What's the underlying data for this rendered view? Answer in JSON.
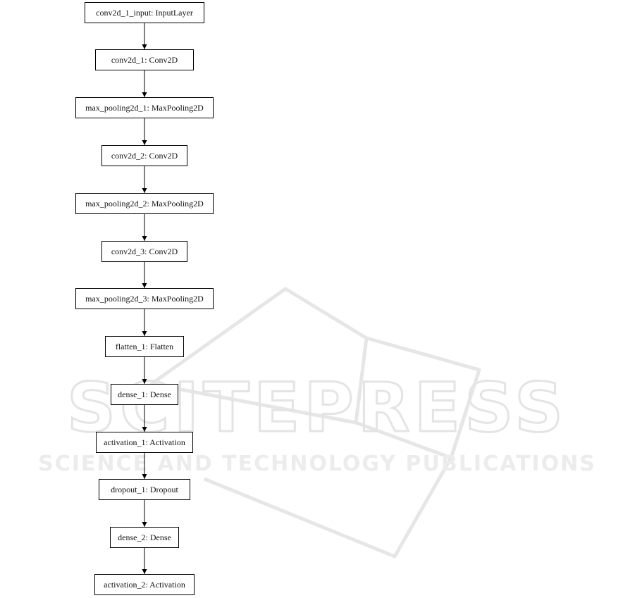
{
  "watermark": {
    "brand": "SCITEPRESS",
    "tagline": "SCIENCE AND TECHNOLOGY PUBLICATIONS",
    "color": "#e9e9e9"
  },
  "diagram": {
    "node_border_color": "#000000",
    "edge_color": "#000000",
    "nodes": [
      {
        "label": "conv2d_1_input: InputLayer"
      },
      {
        "label": "conv2d_1: Conv2D"
      },
      {
        "label": "max_pooling2d_1: MaxPooling2D"
      },
      {
        "label": "conv2d_2: Conv2D"
      },
      {
        "label": "max_pooling2d_2: MaxPooling2D"
      },
      {
        "label": "conv2d_3: Conv2D"
      },
      {
        "label": "max_pooling2d_3: MaxPooling2D"
      },
      {
        "label": "flatten_1: Flatten"
      },
      {
        "label": "dense_1: Dense"
      },
      {
        "label": "activation_1: Activation"
      },
      {
        "label": "dropout_1: Dropout"
      },
      {
        "label": "dense_2: Dense"
      },
      {
        "label": "activation_2: Activation"
      }
    ]
  }
}
